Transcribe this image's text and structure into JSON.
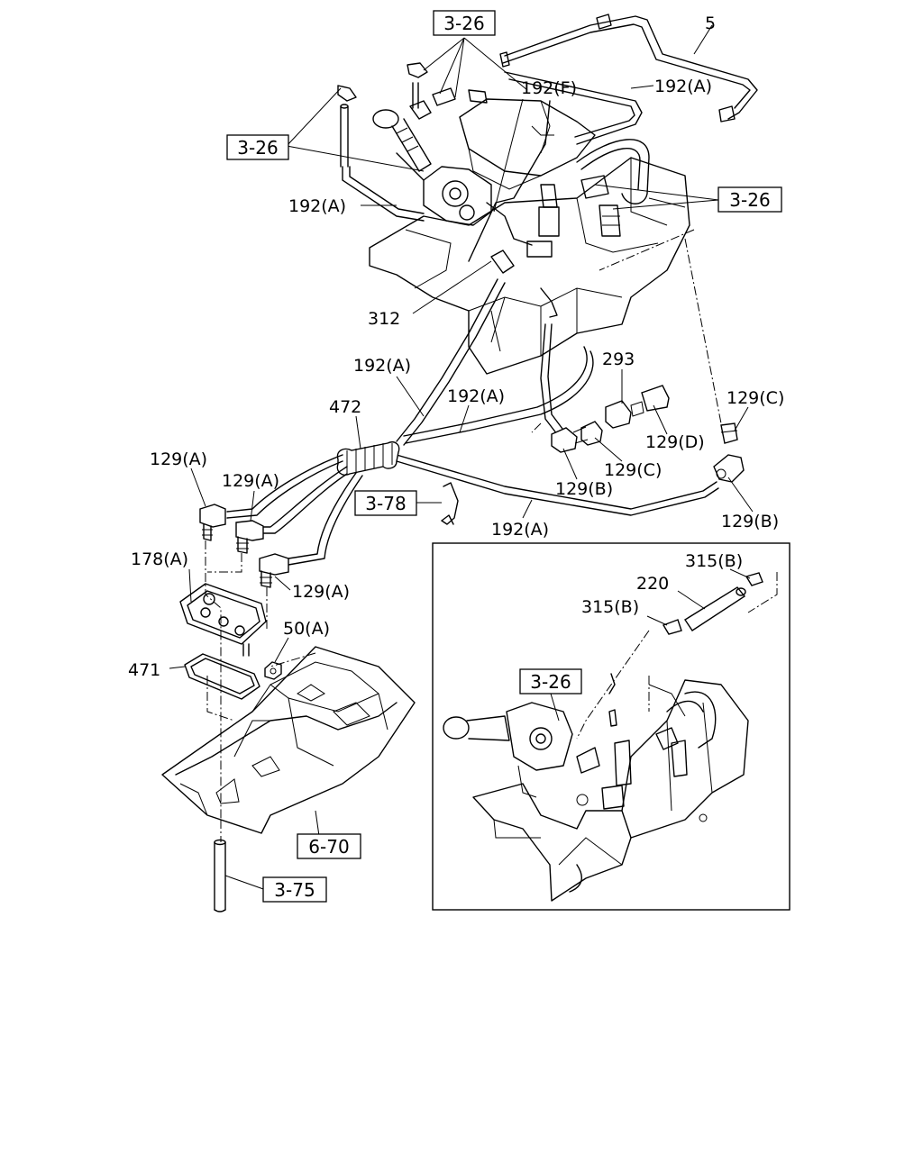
{
  "labels": {
    "l5": "5",
    "l192A_top": "192(A)",
    "l192F": "192(F)",
    "l192A_left": "192(A)",
    "l312": "312",
    "l192A_mid": "192(A)",
    "l192A_mid2": "192(A)",
    "l472": "472",
    "l293": "293",
    "l129C_right": "129(C)",
    "l129D": "129(D)",
    "l129C_mid": "129(C)",
    "l129B_mid": "129(B)",
    "l129B_right": "129(B)",
    "l192A_low": "192(A)",
    "l129A_1": "129(A)",
    "l129A_2": "129(A)",
    "l129A_3": "129(A)",
    "l178A": "178(A)",
    "l50A": "50(A)",
    "l471": "471",
    "l315B_1": "315(B)",
    "l220": "220",
    "l315B_2": "315(B)"
  },
  "refs": {
    "r326_top": "3-26",
    "r326_left": "3-26",
    "r326_right": "3-26",
    "r378": "3-78",
    "r670": "6-70",
    "r375": "3-75",
    "r326_inset": "3-26"
  }
}
